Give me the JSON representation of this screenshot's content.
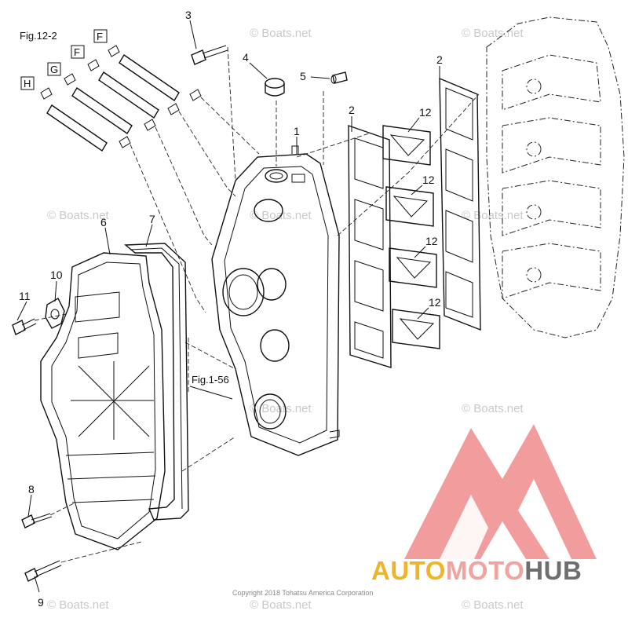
{
  "figure": {
    "fig_ref_top": "Fig.12-2",
    "fig_ref_mid": "Fig.1-56",
    "box_labels": [
      "F",
      "F",
      "G",
      "H"
    ],
    "callouts": [
      "1",
      "2",
      "2",
      "3",
      "4",
      "5",
      "6",
      "7",
      "8",
      "9",
      "10",
      "11",
      "12",
      "12",
      "12",
      "12"
    ]
  },
  "watermark": {
    "text": "© Boats.net"
  },
  "copyright": "Copyright 2018 Tohatsu America Corporation",
  "logo": {
    "word_a": "AUTO",
    "word_b": "MOTO",
    "word_c": "HUB",
    "colors": {
      "auto": "#f0b429",
      "moto": "#f2a3a0",
      "hub": "#6e6e6e",
      "mark": "#f08c8c"
    }
  }
}
